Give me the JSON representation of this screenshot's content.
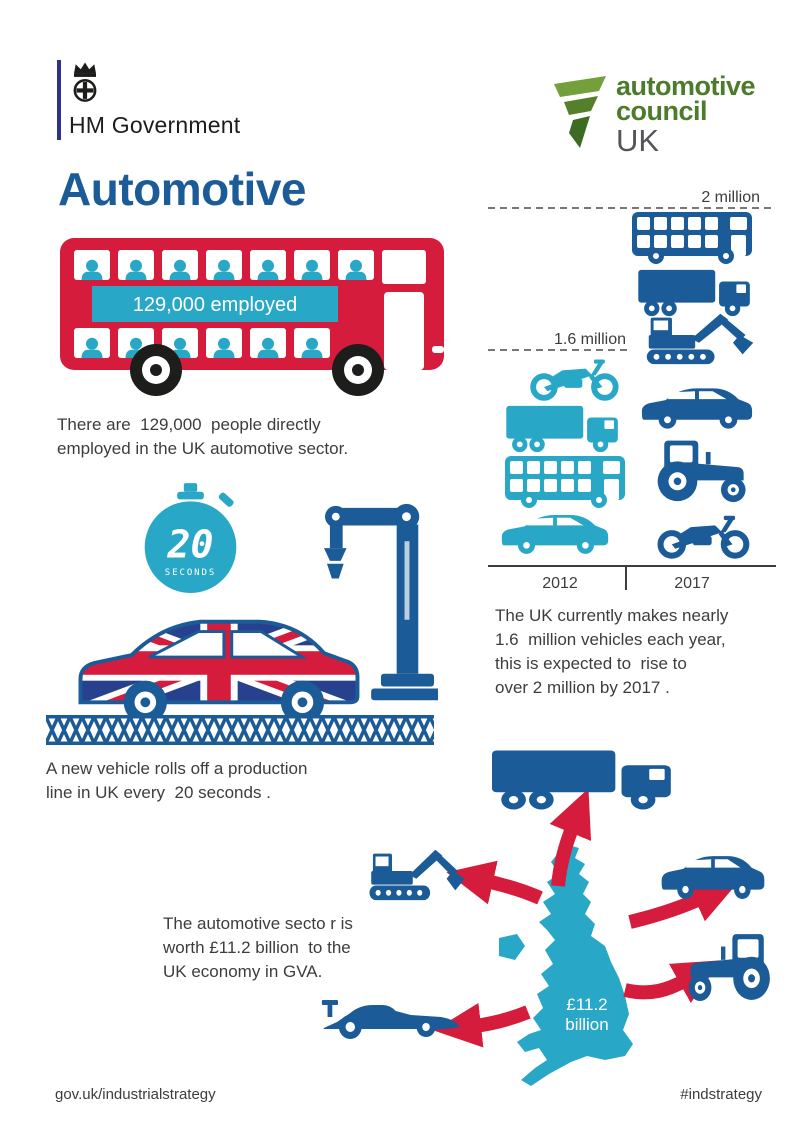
{
  "header": {
    "government": {
      "label": "HM Government"
    },
    "council": {
      "word1": "automotive",
      "word2": "council",
      "word3": "UK"
    }
  },
  "title": "Automotive",
  "employment": {
    "banner": "129,000 employed",
    "caption": [
      "There are  129,000  people directly",
      "employed in the UK automotive sector."
    ]
  },
  "production_chart": {
    "label_2017": "2 million",
    "label_2012": "1.6 million",
    "year_left": "2012",
    "year_right": "2017",
    "caption": [
      "The UK currently makes nearly",
      "1.6  million vehicles each year,",
      "this is expected to  rise to",
      "over 2 million by 2017 ."
    ]
  },
  "production_line": {
    "stopwatch_value": "20",
    "stopwatch_unit": "SECONDS",
    "caption": [
      "A new vehicle rolls off a production",
      "line in UK every  20 seconds ."
    ]
  },
  "gva": {
    "map_value": "£11.2",
    "map_unit": "billion",
    "caption": [
      "The automotive secto r is",
      "worth £11.2 billion  to the",
      "UK economy in GVA."
    ]
  },
  "footer": {
    "left": "gov.uk/industrialstrategy",
    "right": "#indstrategy"
  },
  "chart_data": {
    "type": "bar",
    "title": "UK annual vehicle production",
    "categories": [
      "2012",
      "2017"
    ],
    "values": [
      1.6,
      2.0
    ],
    "unit": "million vehicles",
    "value_labels": [
      "1.6 million",
      "2 million"
    ],
    "style": "vehicle pictogram columns",
    "series_colors": [
      "#29a7c7",
      "#1b5b97"
    ],
    "pictograms": {
      "2012": [
        "motorcycle",
        "truck",
        "double-decker-bus",
        "car"
      ],
      "2017": [
        "double-decker-bus",
        "truck",
        "excavator",
        "car",
        "tractor",
        "motorcycle"
      ]
    }
  },
  "icons": {
    "crest": "hm-government-crest-icon",
    "chevrons": "automotive-council-chevron-icon",
    "stopwatch": "stopwatch-icon",
    "robot": "robot-arm-icon",
    "map": "uk-map-icon",
    "vehicles": [
      "double-decker-bus",
      "truck",
      "car",
      "motorcycle",
      "excavator",
      "tractor",
      "f1-car"
    ]
  },
  "colors": {
    "red": "#d51c3c",
    "teal": "#29a7c7",
    "navy": "#1b5b97",
    "flag_blue": "#28418e",
    "green_text": "#4b7b2b",
    "green_light": "#74a03c",
    "green_mid": "#567f2b",
    "green_dark": "#3e6b22",
    "text": "#3d3d3b",
    "gray_uk": "#55565a",
    "hm_bar": "#2e3192",
    "black": "#1d1d1b"
  }
}
